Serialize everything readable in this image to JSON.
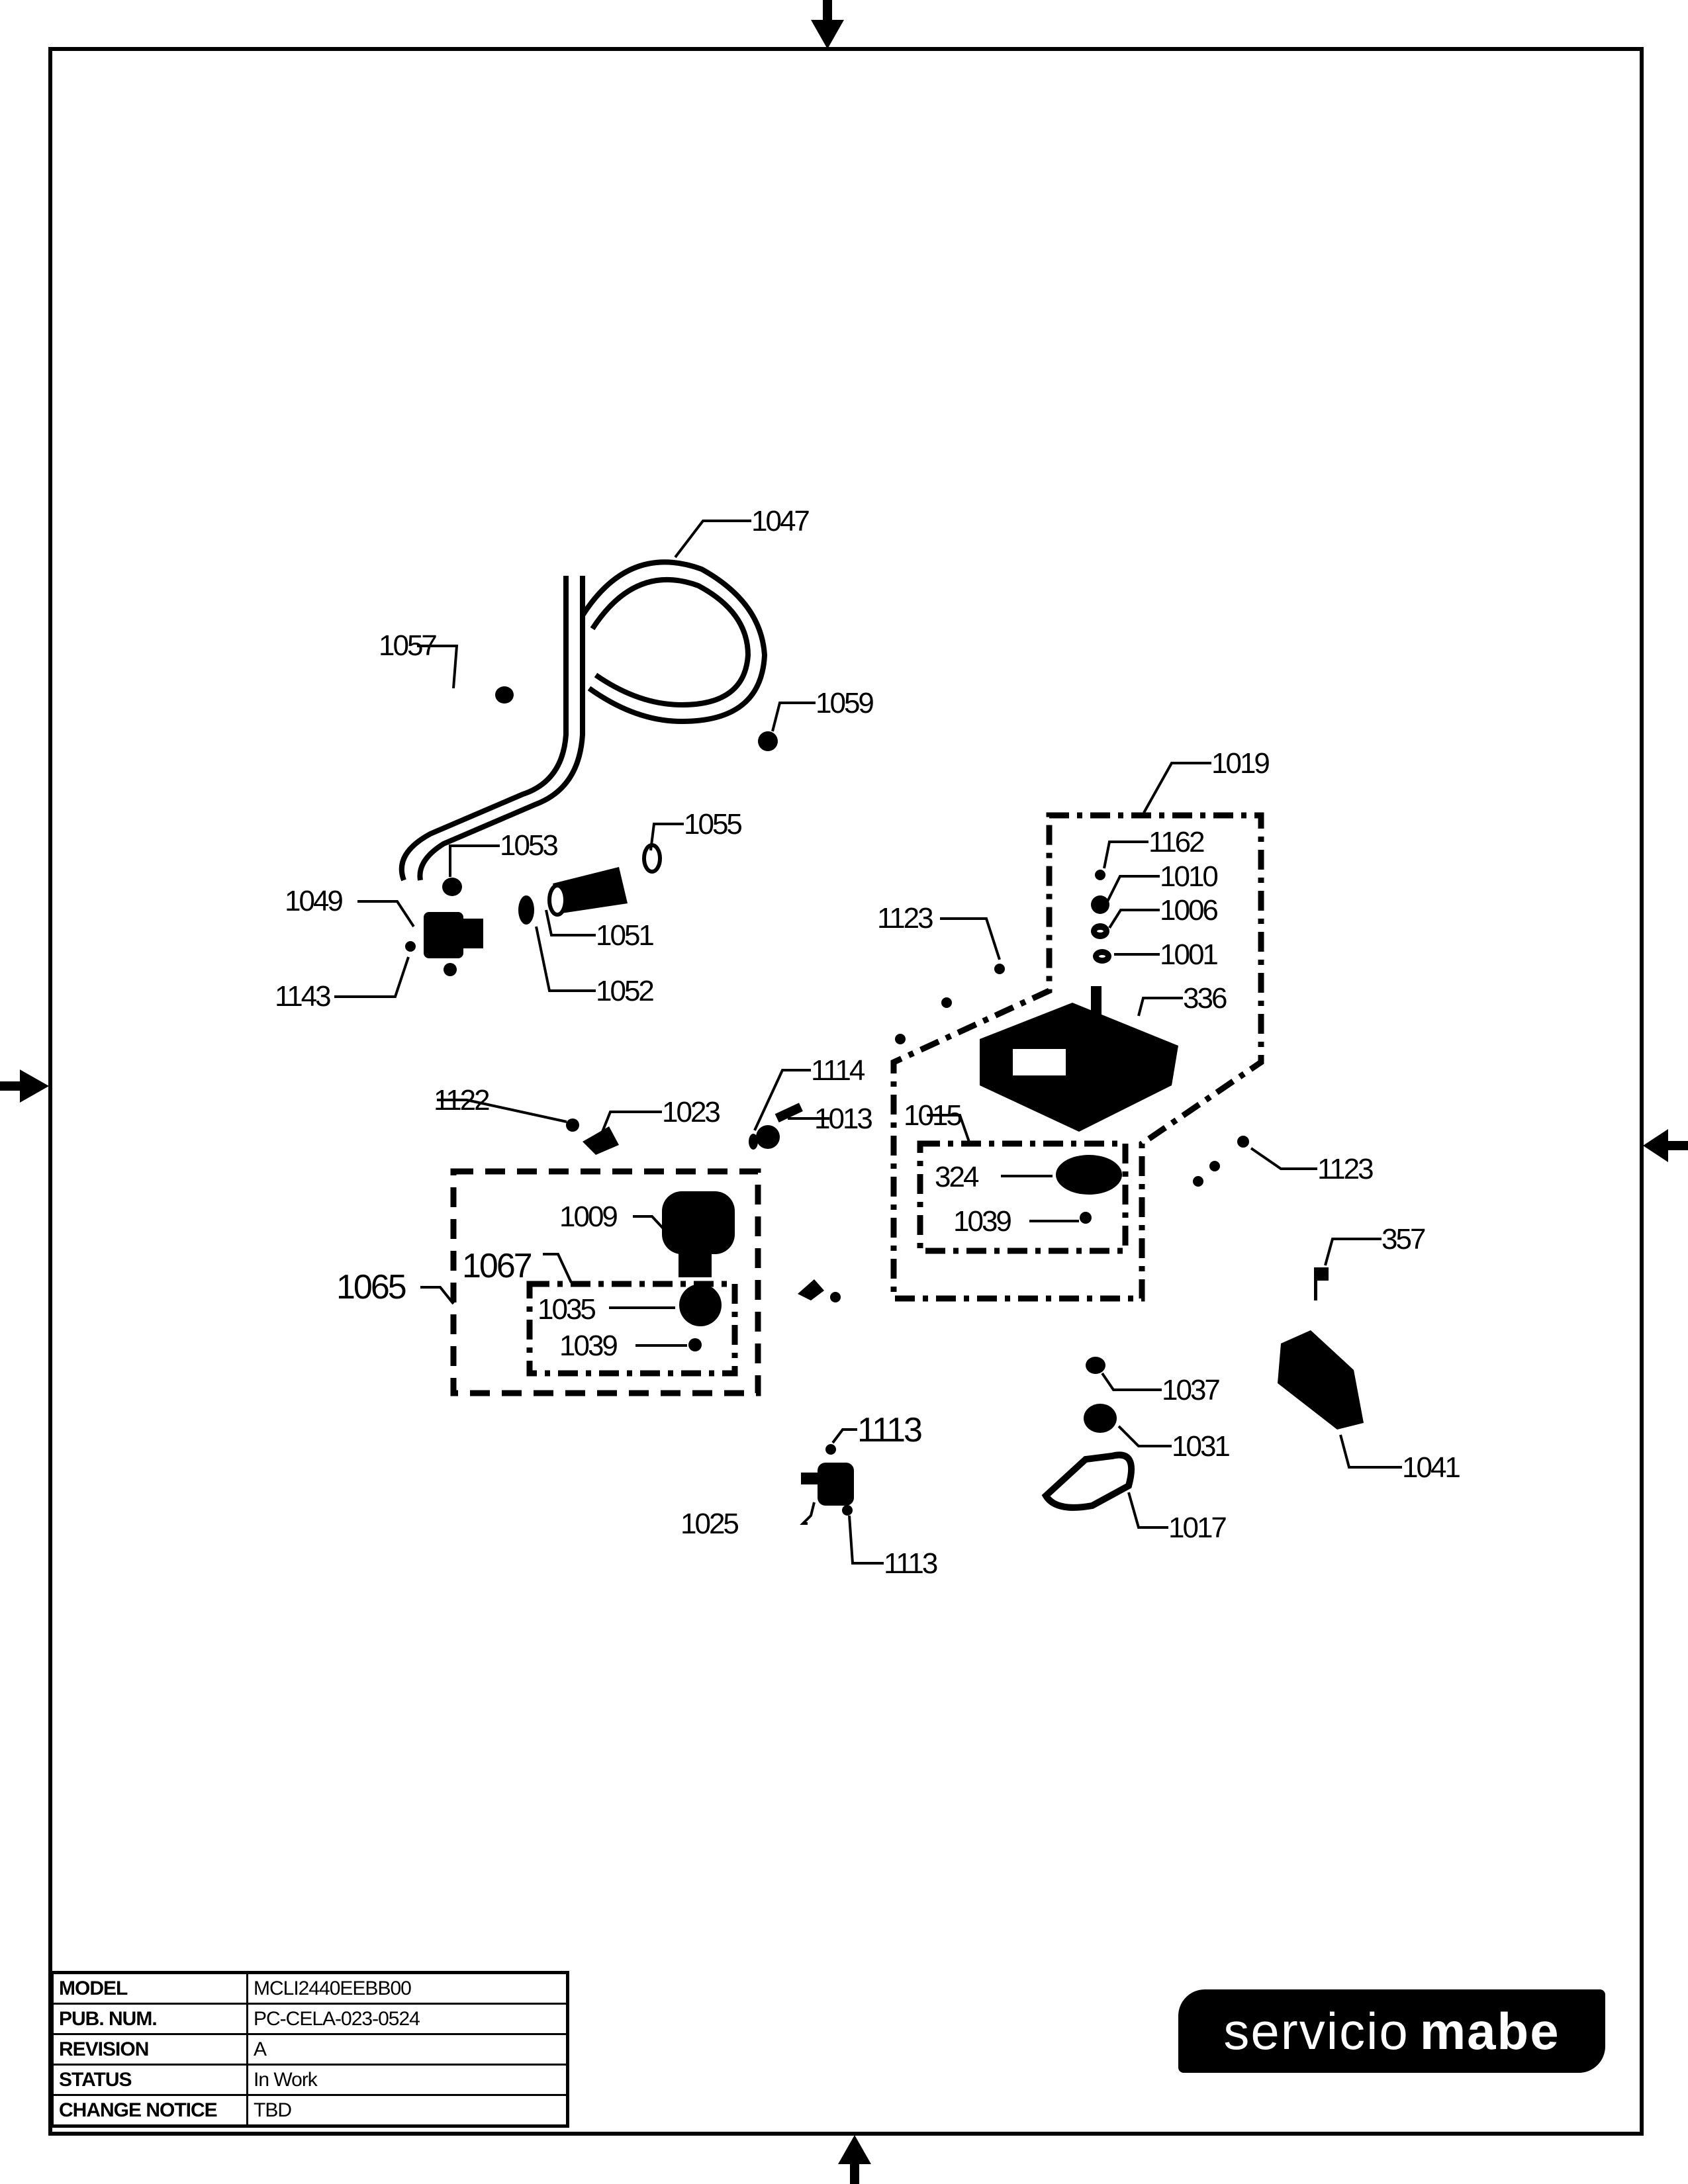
{
  "title_block": {
    "rows": [
      {
        "key": "MODEL",
        "value": "MCLI2440EEBB00"
      },
      {
        "key": "PUB. NUM.",
        "value": "PC-CELA-023-0524"
      },
      {
        "key": "REVISION",
        "value": "A"
      },
      {
        "key": "STATUS",
        "value": "In Work"
      },
      {
        "key": "CHANGE NOTICE",
        "value": "TBD"
      }
    ]
  },
  "logo": {
    "light": "servicio",
    "bold": "mabe"
  },
  "callouts": {
    "c1047": "1047",
    "c1057": "1057",
    "c1059": "1059",
    "c1053": "1053",
    "c1055": "1055",
    "c1049": "1049",
    "c1051": "1051",
    "c1143": "1143",
    "c1052": "1052",
    "c1019": "1019",
    "c1162": "1162",
    "c1010": "1010",
    "c1006": "1006",
    "c1001": "1001",
    "c1123a": "1123",
    "c336": "336",
    "c1114": "1114",
    "c1122": "1122",
    "c1023": "1023",
    "c1013": "1013",
    "c1015": "1015",
    "c324": "324",
    "c1039a": "1039",
    "c1123b": "1123",
    "c357": "357",
    "c1009": "1009",
    "c1065": "1065",
    "c1067": "1067",
    "c1035": "1035",
    "c1039b": "1039",
    "c1037": "1037",
    "c1031": "1031",
    "c1041": "1041",
    "c1113a": "1113",
    "c1025": "1025",
    "c1113b": "1113",
    "c1017": "1017"
  }
}
